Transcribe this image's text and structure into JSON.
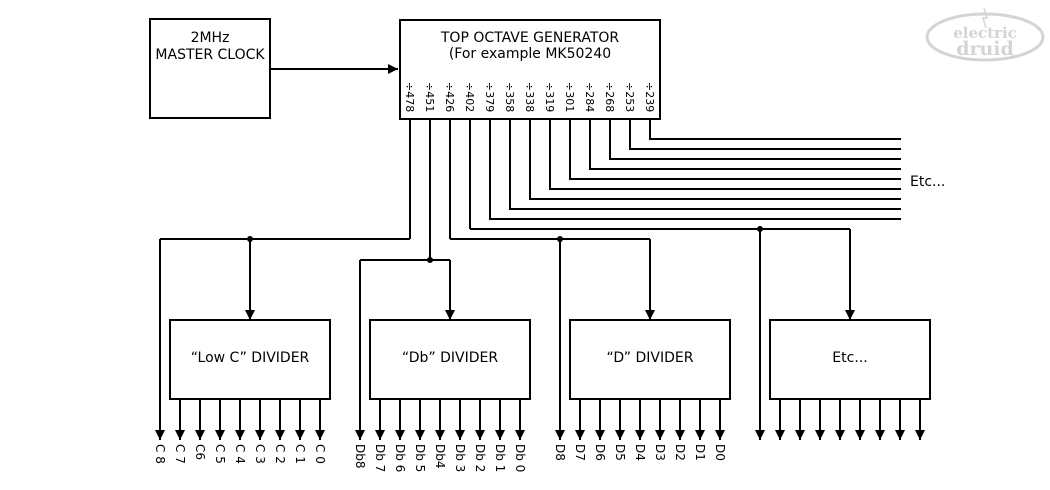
{
  "logo": {
    "line1": "electric",
    "line2": "druid",
    "color": "#d4d4d4"
  },
  "master_clock": {
    "line1": "2MHz",
    "line2": "MASTER CLOCK"
  },
  "generator": {
    "title": "TOP OCTAVE GENERATOR",
    "subtitle": "(For example MK50240",
    "outputs": [
      "÷478",
      "÷451",
      "÷426",
      "÷402",
      "÷379",
      "÷358",
      "÷338",
      "÷319",
      "÷301",
      "÷284",
      "÷268",
      "÷253",
      "÷239"
    ]
  },
  "etc_bus_label": "Etc...",
  "dividers": [
    {
      "label": "“Low C” DIVIDER",
      "source_output": 0,
      "outputs": [
        "C 8",
        "C 7",
        "C6",
        "C 5",
        "C 4",
        "C 3",
        "C 2",
        "C 1",
        "C 0"
      ]
    },
    {
      "label": "“Db” DIVIDER",
      "source_output": 1,
      "outputs": [
        "Db8",
        "Db 7",
        "Db 6",
        "Db 5",
        "Db4",
        "Db 3",
        "Db 2",
        "Db 1",
        "Db 0"
      ]
    },
    {
      "label": "“D” DIVIDER",
      "source_output": 2,
      "outputs": [
        "D8",
        "D7",
        "D6",
        "D5",
        "D4",
        "D3",
        "D2",
        "D1",
        "D0"
      ]
    },
    {
      "label": "Etc...",
      "source_output": 3,
      "outputs": [
        "",
        "",
        "",
        "",
        "",
        "",
        "",
        "",
        ""
      ]
    }
  ]
}
